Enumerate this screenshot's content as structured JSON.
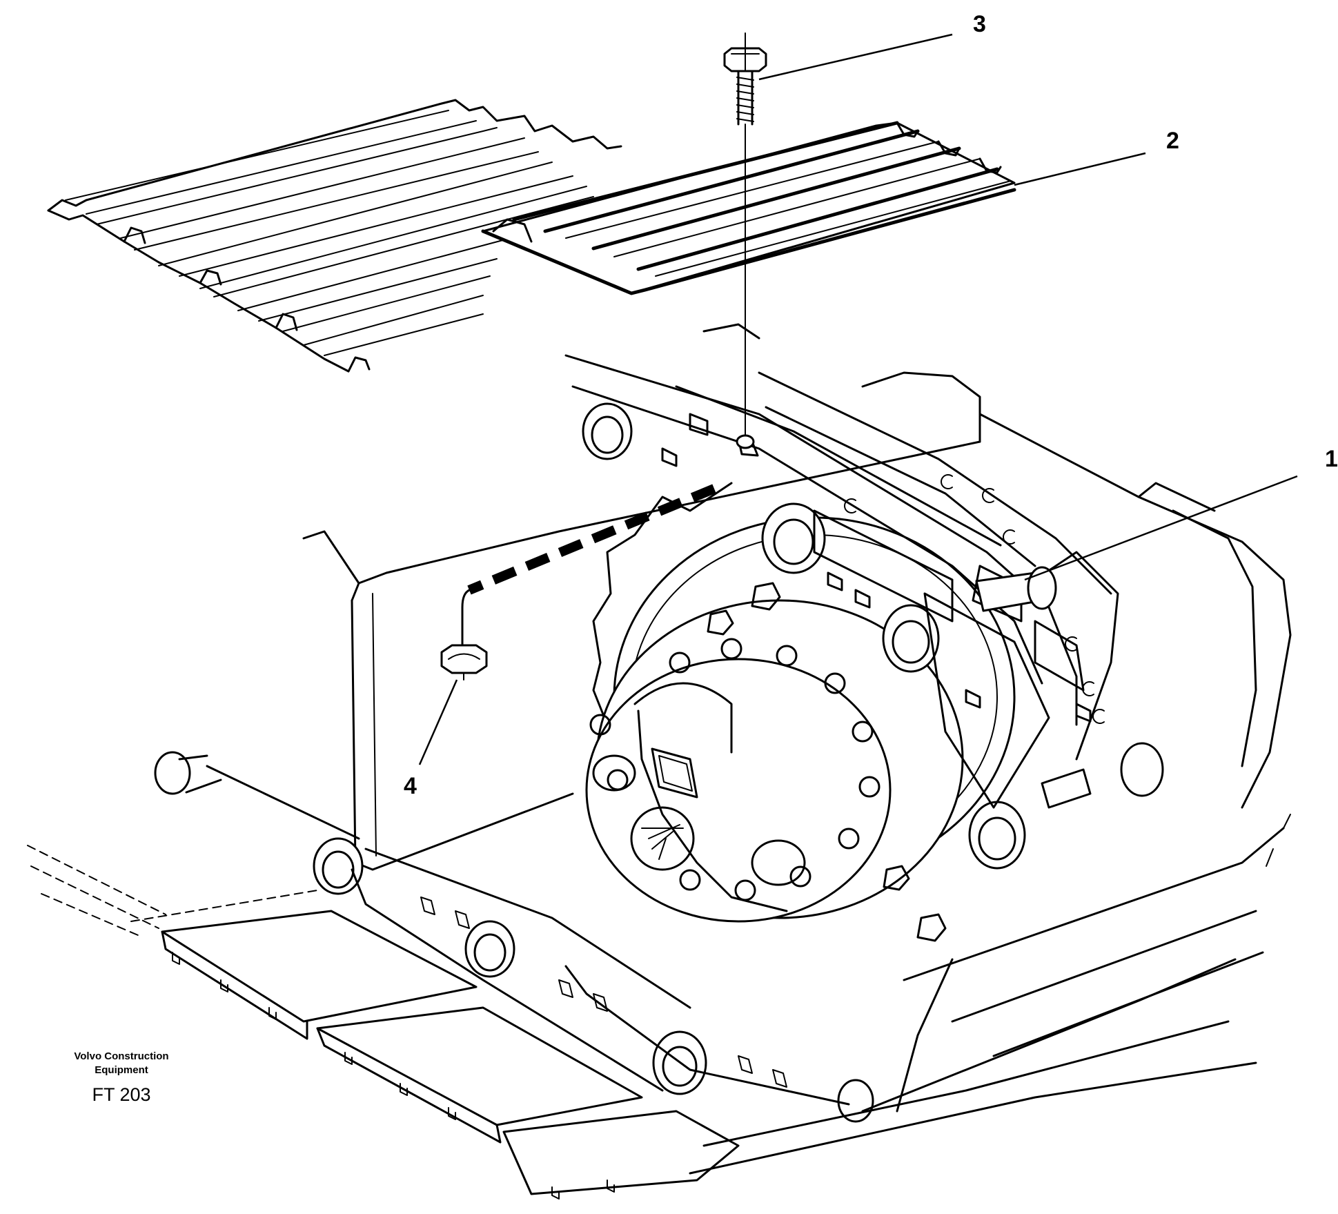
{
  "callouts": {
    "c1": "1",
    "c2": "2",
    "c3": "3",
    "c4": "4"
  },
  "credit": {
    "line1": "Volvo Construction",
    "line2": "Equipment",
    "code": "FT 203"
  }
}
